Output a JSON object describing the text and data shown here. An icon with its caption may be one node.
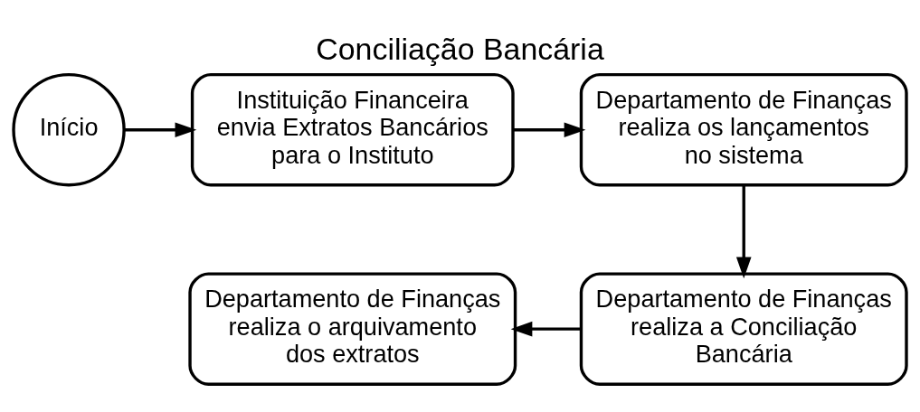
{
  "diagram": {
    "title": "Conciliação Bancária",
    "nodes": [
      {
        "text": [
          "Início"
        ]
      },
      {
        "text": [
          "Instituição Financeira envia Extratos Bancários para o Instituto"
        ]
      },
      {
        "text": [
          "Departamento de Finanças realiza os lançamentos no sistema"
        ]
      },
      {
        "text": [
          "Departamento de Finanças realiza a Conciliação Bancária"
        ]
      },
      {
        "text": [
          "Departamento de Finanças realiza o arquivamento dos extratos"
        ]
      }
    ],
    "edges": [
      {
        "from": 0,
        "to": 1,
        "arrow": "to"
      },
      {
        "from": 1,
        "to": 2,
        "arrow": "to"
      },
      {
        "from": 2,
        "to": 3,
        "arrow": "to"
      },
      {
        "from": 3,
        "to": 4,
        "arrow": "to"
      }
    ]
  }
}
